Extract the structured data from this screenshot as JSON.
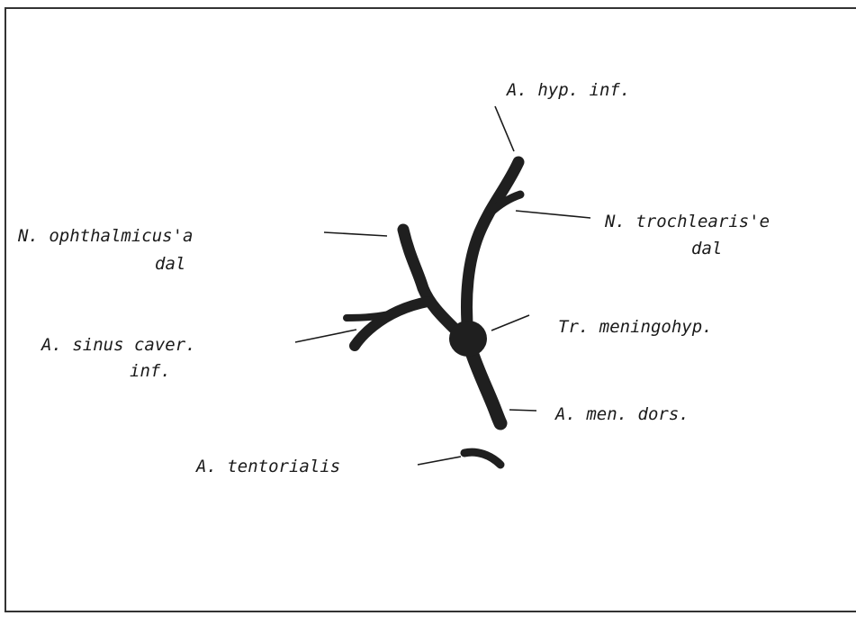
{
  "labels": {
    "hyp_inf": "A. hyp. inf.",
    "trochlearis_line1": "N. trochlearis'e",
    "trochlearis_line2": "dal",
    "ophthalmicus_line1": "N. ophthalmicus'a",
    "ophthalmicus_line2": "dal",
    "meningohyp": "Tr. meningohyp.",
    "sinus_caver_line1": "A. sinus caver.",
    "sinus_caver_line2": "inf.",
    "men_dors": "A. men. dors.",
    "tentorialis": "A. tentorialis"
  },
  "colors": {
    "vessel": "#1f1f1f",
    "line": "#1a1a1a",
    "text": "#1a1a1a"
  }
}
